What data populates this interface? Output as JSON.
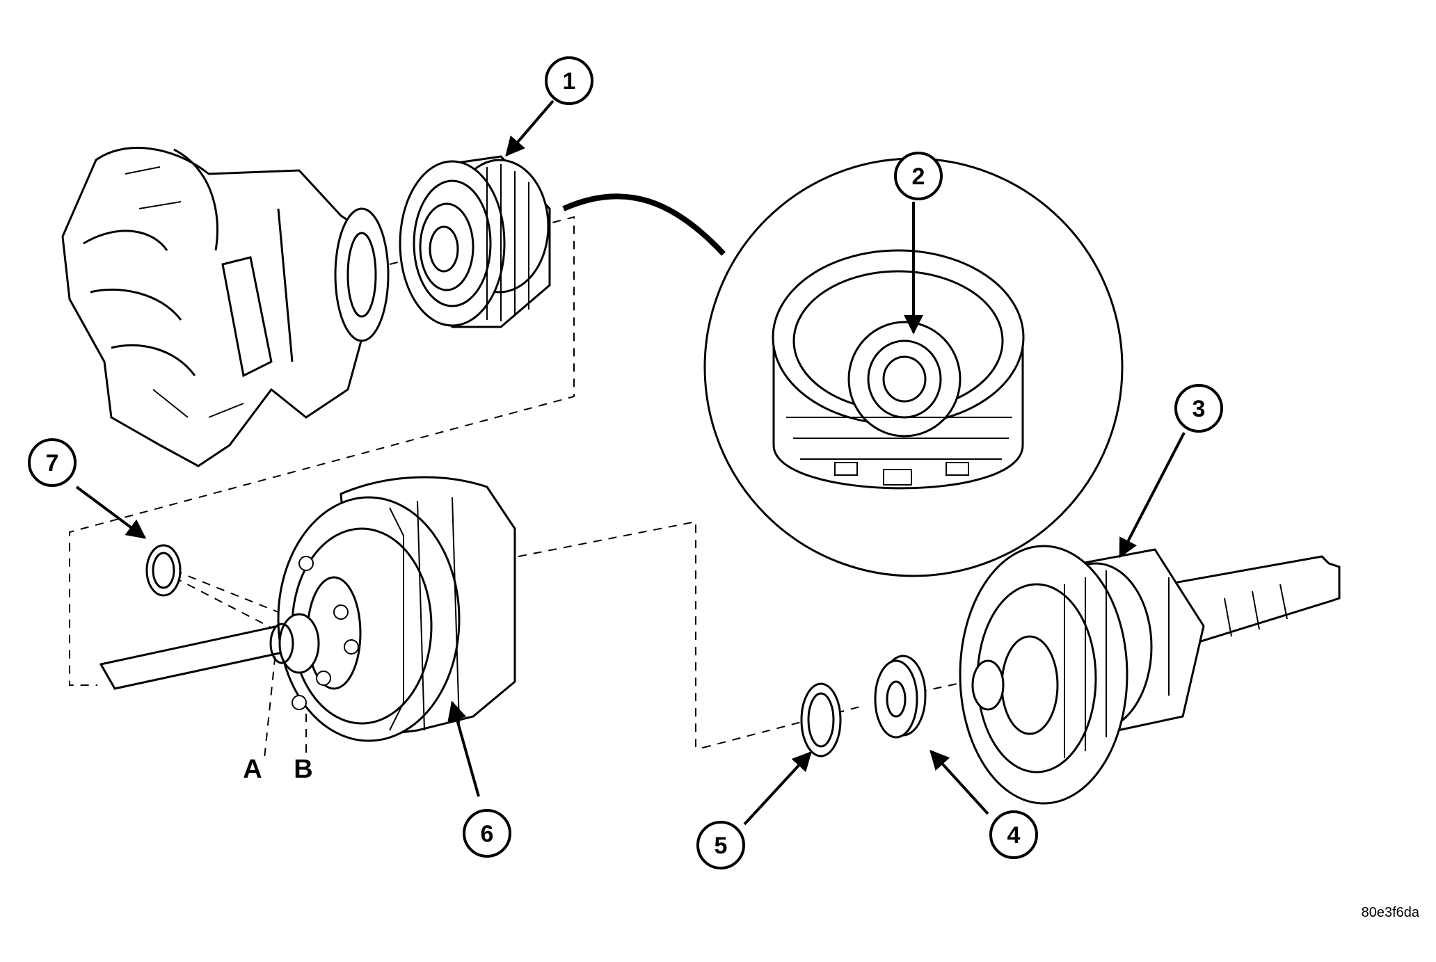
{
  "callouts": {
    "c1": "1",
    "c2": "2",
    "c3": "3",
    "c4": "4",
    "c5": "5",
    "c6": "6",
    "c7": "7"
  },
  "point_labels": {
    "a": "A",
    "b": "B"
  },
  "figure_code": "80e3f6da",
  "colors": {
    "ink": "#000000",
    "paper": "#ffffff"
  }
}
